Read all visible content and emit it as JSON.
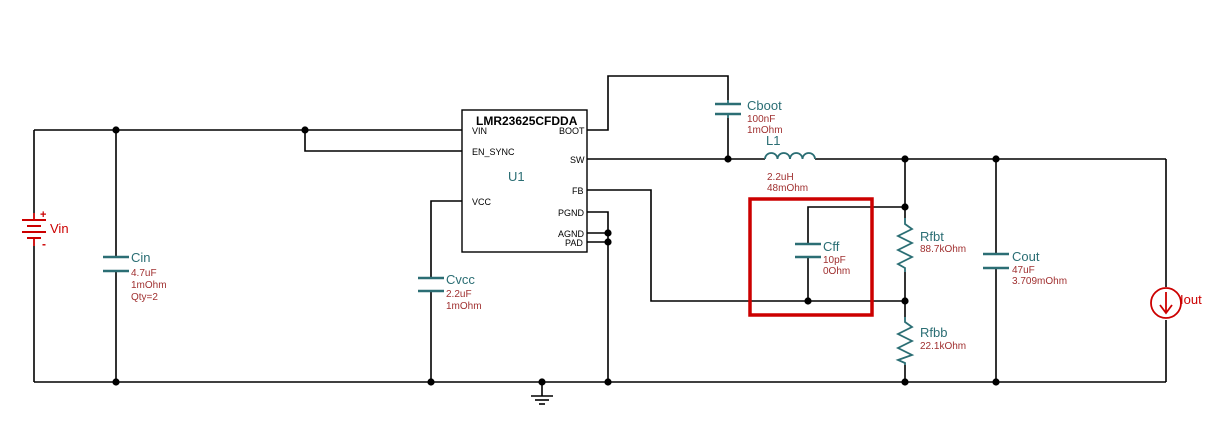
{
  "ic": {
    "part": "LMR23625CFDDA",
    "ref": "U1",
    "pins": {
      "vin": "VIN",
      "en_sync": "EN_SYNC",
      "vcc": "VCC",
      "boot": "BOOT",
      "sw": "SW",
      "fb": "FB",
      "pgnd": "PGND",
      "agnd": "AGND",
      "pad": "PAD"
    }
  },
  "components": {
    "vin": {
      "name": "Vin"
    },
    "cin": {
      "name": "Cin",
      "values": [
        "4.7uF",
        "1mOhm",
        "Qty=2"
      ]
    },
    "cvcc": {
      "name": "Cvcc",
      "values": [
        "2.2uF",
        "1mOhm"
      ]
    },
    "cboot": {
      "name": "Cboot",
      "values": [
        "100nF",
        "1mOhm"
      ]
    },
    "l1": {
      "name": "L1",
      "values": [
        "2.2uH",
        "48mOhm"
      ]
    },
    "cff": {
      "name": "Cff",
      "values": [
        "10pF",
        "0Ohm"
      ]
    },
    "rfbt": {
      "name": "Rfbt",
      "values": [
        "88.7kOhm"
      ]
    },
    "rfbb": {
      "name": "Rfbb",
      "values": [
        "22.1kOhm"
      ]
    },
    "cout": {
      "name": "Cout",
      "values": [
        "47uF",
        "3.709mOhm"
      ]
    },
    "iout": {
      "name": "Iout"
    }
  },
  "highlight_color": "#cc0000",
  "symbol_color": "#2b6e74",
  "value_color": "#a03030"
}
